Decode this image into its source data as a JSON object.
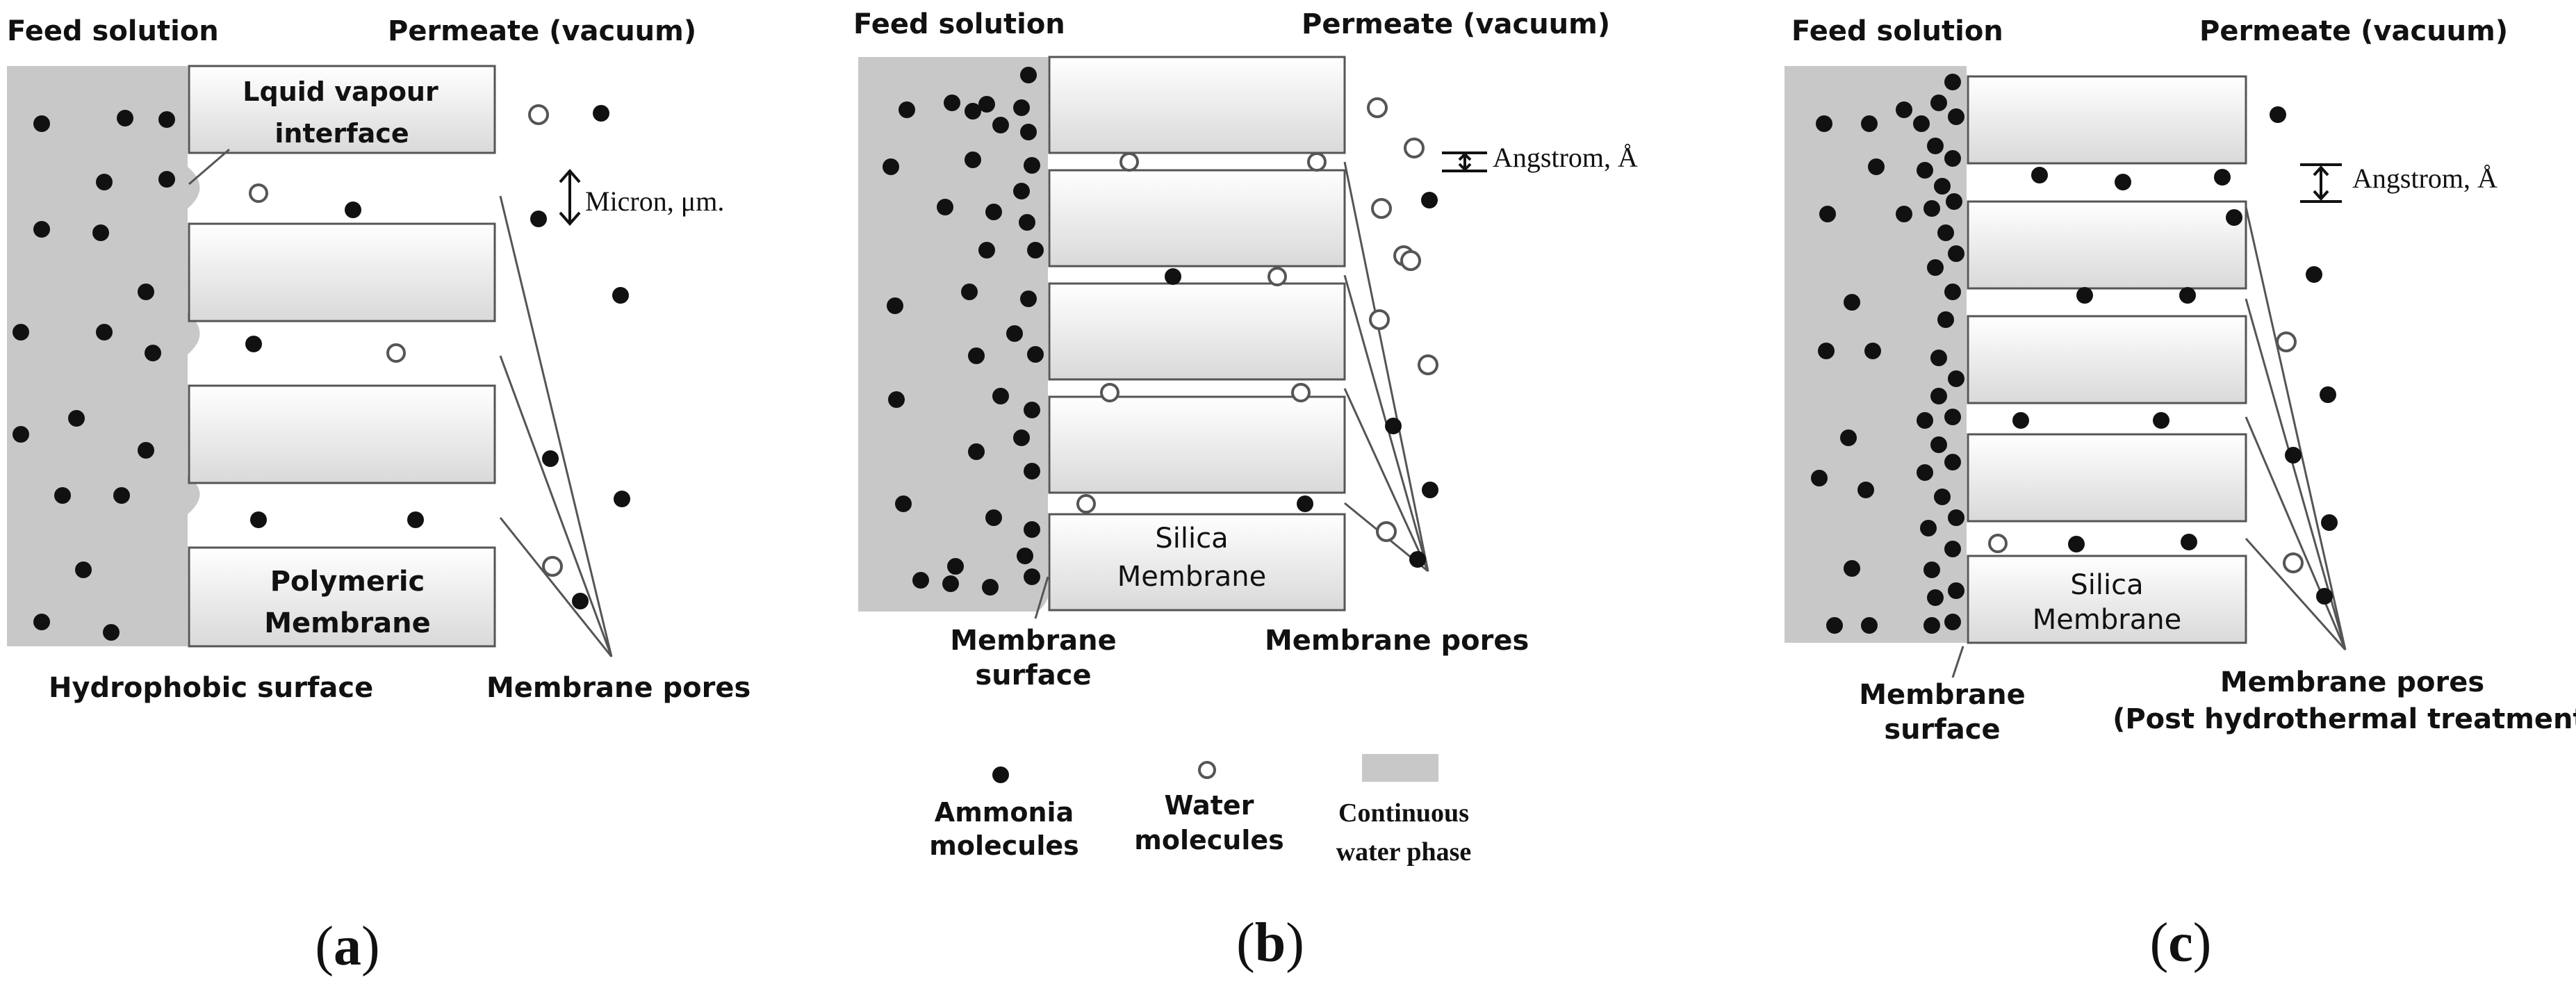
{
  "colors": {
    "water_phase": "#c8c8c8",
    "membrane_fill_top": "#ffffff",
    "membrane_fill_bottom": "#d9d9d9",
    "membrane_stroke": "#555555",
    "ammonia": "#111111",
    "water_molecule_fill": "#ffffff",
    "water_molecule_stroke": "#555555"
  },
  "panel_a": {
    "feed_label": "Feed solution",
    "permeate_label": "Permeate (vacuum)",
    "interface_label_1": "Lquid vapour",
    "interface_label_2": "interface",
    "scale_label": "Micron, μm.",
    "membrane_label_1": "Polymeric",
    "membrane_label_2": "Membrane",
    "surface_label": "Hydrophobic surface",
    "pores_label": "Membrane pores",
    "panel_letter": "a"
  },
  "panel_b": {
    "feed_label": "Feed solution",
    "permeate_label": "Permeate (vacuum)",
    "scale_label": "Angstrom, Å",
    "membrane_label_1": "Silica",
    "membrane_label_2": "Membrane",
    "surface_label_1": "Membrane",
    "surface_label_2": "surface",
    "pores_label": "Membrane pores",
    "panel_letter": "b"
  },
  "panel_c": {
    "feed_label": "Feed solution",
    "permeate_label": "Permeate (vacuum)",
    "scale_label": "Angstrom, Å",
    "membrane_label_1": "Silica",
    "membrane_label_2": "Membrane",
    "surface_label_1": "Membrane",
    "surface_label_2": "surface",
    "pores_label_1": "Membrane pores",
    "pores_label_2": "(Post hydrothermal treatment)",
    "panel_letter": "c"
  },
  "legend": {
    "ammonia_1": "Ammonia",
    "ammonia_2": "molecules",
    "water_1": "Water",
    "water_2": "molecules",
    "phase_1": "Continuous",
    "phase_2": "water phase"
  }
}
